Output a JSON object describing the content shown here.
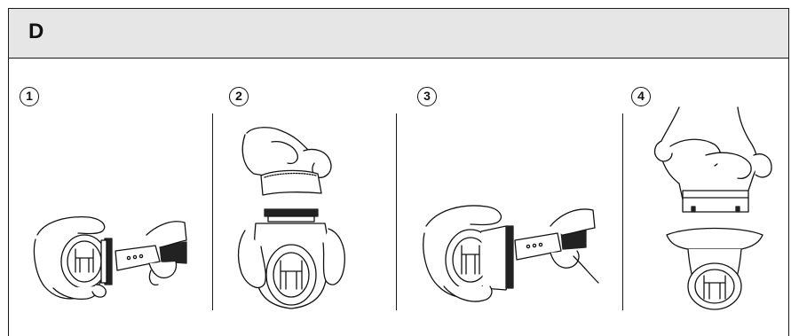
{
  "section": {
    "letter": "D"
  },
  "steps": [
    {
      "number": "1"
    },
    {
      "number": "2"
    },
    {
      "number": "3"
    },
    {
      "number": "4"
    }
  ]
}
